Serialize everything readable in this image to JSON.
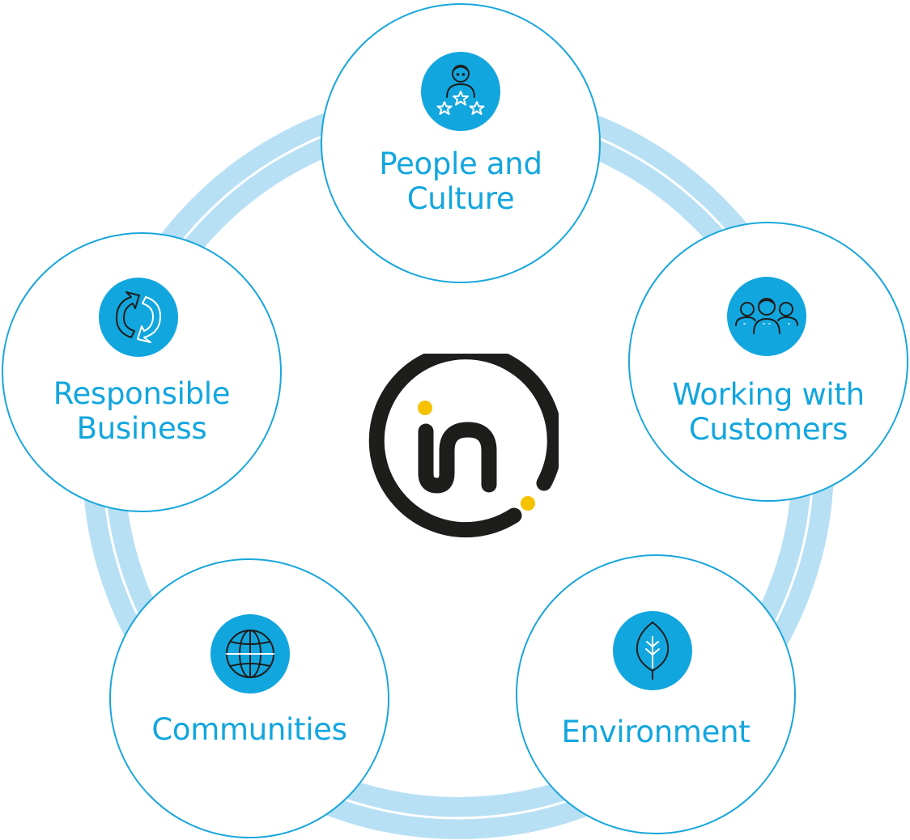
{
  "diagram": {
    "center_logo": "interxion-in-logo",
    "colors": {
      "circle_stroke": "#1aa6dc",
      "icon_disc": "#12a6de",
      "label_text": "#12a6de",
      "ring_band": "#b8e0f5",
      "logo_dark": "#1d1d1b",
      "logo_accent": "#f6c200"
    },
    "nodes": [
      {
        "id": "people-and-culture",
        "lines": [
          "People and",
          "Culture"
        ],
        "icon": "person-with-stars-icon"
      },
      {
        "id": "working-with-customers",
        "lines": [
          "Working with",
          "Customers"
        ],
        "icon": "group-of-people-icon"
      },
      {
        "id": "environment",
        "lines": [
          "Environment"
        ],
        "icon": "leaf-icon"
      },
      {
        "id": "communities",
        "lines": [
          "Communities"
        ],
        "icon": "globe-icon"
      },
      {
        "id": "responsible-business",
        "lines": [
          "Responsible",
          "Business"
        ],
        "icon": "recycle-arrows-icon"
      }
    ]
  }
}
